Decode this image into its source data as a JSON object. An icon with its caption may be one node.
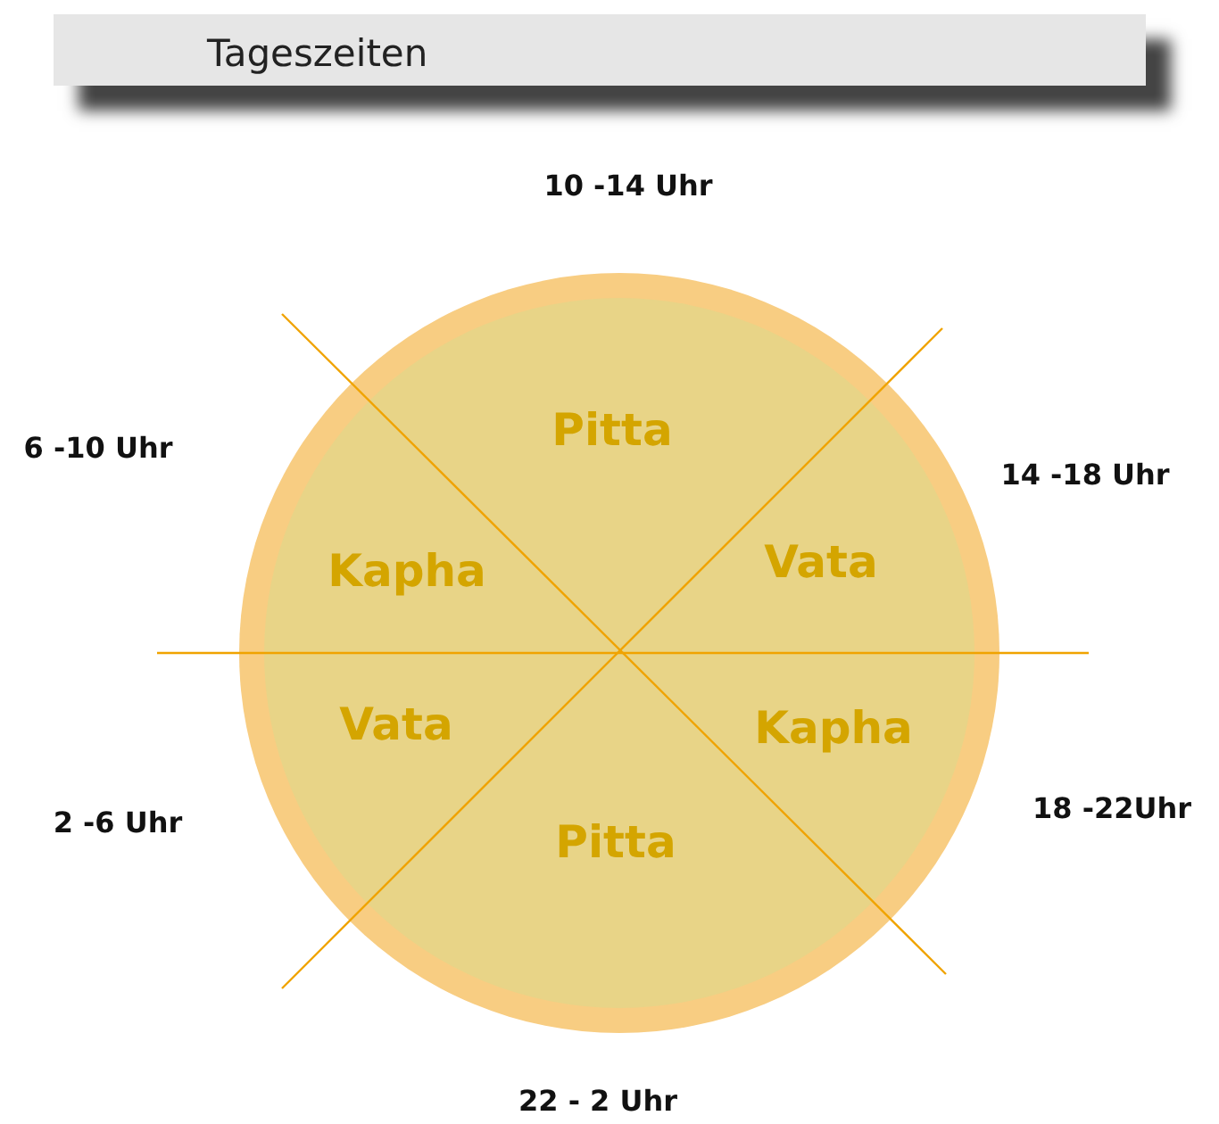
{
  "diagram": {
    "title": "Tageszeiten",
    "labels": [
      "10 -14 Uhr",
      "Pitta",
      "6 -10 Uhr",
      "14 -18 Uhr",
      "Kapha",
      "Vata",
      "Vata",
      "Kapha",
      "2 -6 Uhr",
      "18 -22Uhr",
      "Pitta",
      "22 - 2 Uhr"
    ]
  }
}
